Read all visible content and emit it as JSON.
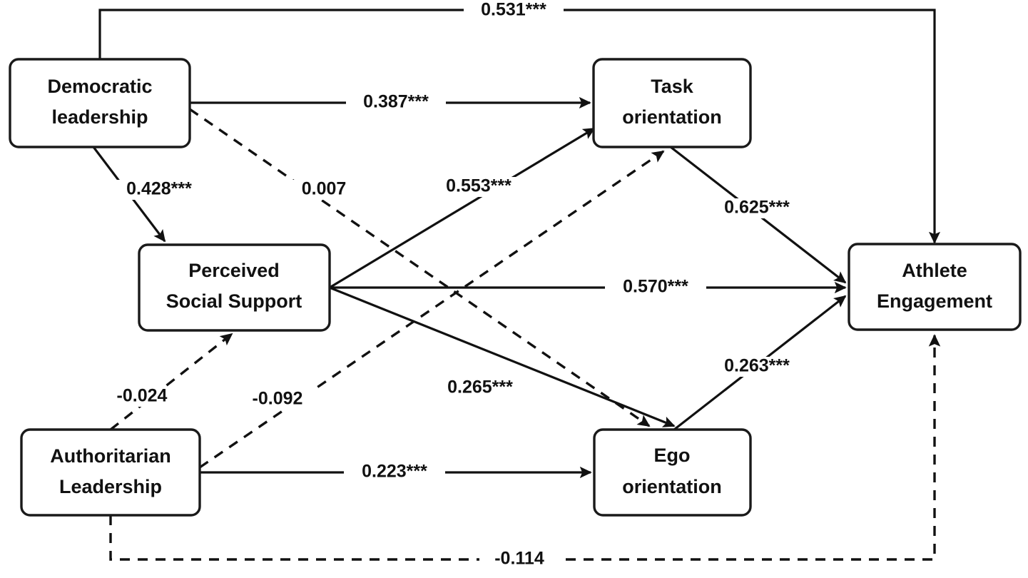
{
  "diagram": {
    "type": "structural-equation-path-model",
    "nodes": [
      {
        "id": "democratic_leadership",
        "line1": "Democratic",
        "line2": "leadership"
      },
      {
        "id": "perceived_social_support",
        "line1": "Perceived",
        "line2": "Social Support"
      },
      {
        "id": "authoritarian_leadership",
        "line1": "Authoritarian",
        "line2": "Leadership"
      },
      {
        "id": "task_orientation",
        "line1": "Task",
        "line2": "orientation"
      },
      {
        "id": "ego_orientation",
        "line1": "Ego",
        "line2": "orientation"
      },
      {
        "id": "athlete_engagement",
        "line1": "Athlete",
        "line2": "Engagement"
      }
    ],
    "edges": [
      {
        "id": "dl-ae",
        "from": "democratic_leadership",
        "to": "athlete_engagement",
        "label": "0.531***",
        "style": "solid",
        "significant": true
      },
      {
        "id": "dl-task",
        "from": "democratic_leadership",
        "to": "task_orientation",
        "label": "0.387***",
        "style": "solid",
        "significant": true
      },
      {
        "id": "dl-pss",
        "from": "democratic_leadership",
        "to": "perceived_social_support",
        "label": "0.428***",
        "style": "solid",
        "significant": true
      },
      {
        "id": "dl-ego",
        "from": "democratic_leadership",
        "to": "ego_orientation",
        "label": "0.007",
        "style": "dashed",
        "significant": false
      },
      {
        "id": "pss-task",
        "from": "perceived_social_support",
        "to": "task_orientation",
        "label": "0.553***",
        "style": "solid",
        "significant": true
      },
      {
        "id": "pss-ae",
        "from": "perceived_social_support",
        "to": "athlete_engagement",
        "label": "0.570***",
        "style": "solid",
        "significant": true
      },
      {
        "id": "pss-ego",
        "from": "perceived_social_support",
        "to": "ego_orientation",
        "label": "0.265***",
        "style": "solid",
        "significant": true
      },
      {
        "id": "al-pss",
        "from": "authoritarian_leadership",
        "to": "perceived_social_support",
        "label": "-0.024",
        "style": "dashed",
        "significant": false
      },
      {
        "id": "al-task",
        "from": "authoritarian_leadership",
        "to": "task_orientation",
        "label": "-0.092",
        "style": "dashed",
        "significant": false
      },
      {
        "id": "al-ego",
        "from": "authoritarian_leadership",
        "to": "ego_orientation",
        "label": "0.223***",
        "style": "solid",
        "significant": true
      },
      {
        "id": "al-ae",
        "from": "authoritarian_leadership",
        "to": "athlete_engagement",
        "label": "-0.114",
        "style": "dashed",
        "significant": false
      },
      {
        "id": "task-ae",
        "from": "task_orientation",
        "to": "athlete_engagement",
        "label": "0.625***",
        "style": "solid",
        "significant": true
      },
      {
        "id": "ego-ae",
        "from": "ego_orientation",
        "to": "athlete_engagement",
        "label": "0.263***",
        "style": "solid",
        "significant": true
      }
    ],
    "colors": {
      "stroke": "#111111",
      "node_fill": "#ffffff",
      "background": "#ffffff"
    }
  }
}
